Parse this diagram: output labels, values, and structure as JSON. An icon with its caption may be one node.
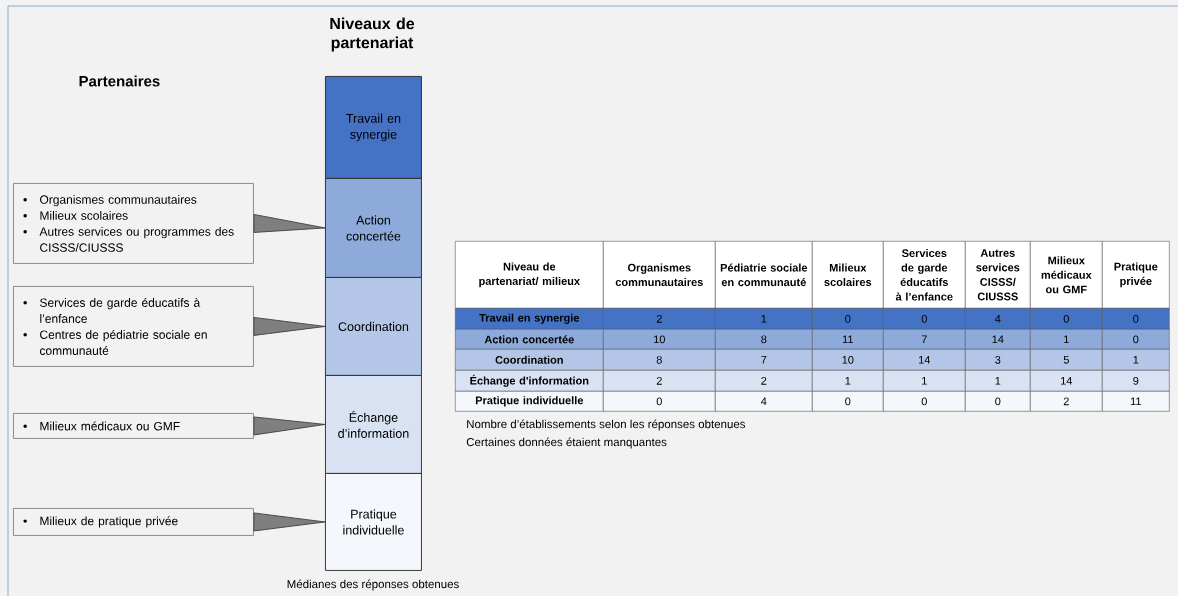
{
  "diagram": {
    "title": "Niveaux de partenariat",
    "nodes": [
      {
        "text": [
          "Travail en synergie"
        ]
      },
      {
        "text": [
          "Action concertée"
        ]
      },
      {
        "text": [
          "Coordination"
        ]
      },
      {
        "text": [
          "Échange d’information"
        ]
      },
      {
        "text": [
          "Pratique individuelle"
        ]
      },
      {
        "text": [
          "Organismes communautaires",
          "Milieux scolaires",
          "Autres services ou programmes des CISSS/CIUSSS"
        ]
      },
      {
        "text": [
          "Services de garde éducatifs à l’enfance",
          "Centres de pédiatrie sociale en communauté"
        ]
      },
      {
        "text": [
          "Milieux médicaux ou GMF"
        ]
      },
      {
        "text": [
          "Milieux de pratique privée"
        ]
      }
    ],
    "edges": [
      {
        "from": 5,
        "to": 1,
        "arrow": "to"
      },
      {
        "from": 6,
        "to": 2,
        "arrow": "to"
      },
      {
        "from": 7,
        "to": 3,
        "arrow": "to"
      },
      {
        "from": 8,
        "to": 4,
        "arrow": "to"
      }
    ],
    "labels": [
      "Partenaires",
      "Niveau de partenariat/ milieux",
      "Organismes communautaires",
      "Pédiatrie sociale en communauté",
      "Milieux scolaires",
      "Services de garde éducatifs à l’enfance",
      "Autres services CISSS/ CIUSSS",
      "Milieux médicaux ou GMF",
      "Pratique privée",
      "Travail en synergie",
      "2",
      "1",
      "0",
      "0",
      "4",
      "0",
      "0",
      "Action concertée",
      "10",
      "8",
      "11",
      "7",
      "14",
      "1",
      "0",
      "Coordination",
      "8",
      "7",
      "10",
      "14",
      "3",
      "5",
      "1",
      "Échange d'information",
      "2",
      "2",
      "1",
      "1",
      "1",
      "14",
      "9",
      "Pratique individuelle",
      "0",
      "4",
      "0",
      "0",
      "0",
      "2",
      "11",
      "Nombre d’établissements selon les réponses obtenues",
      "Certaines données étaient manquantes",
      "Médianes des réponses obtenues"
    ]
  }
}
